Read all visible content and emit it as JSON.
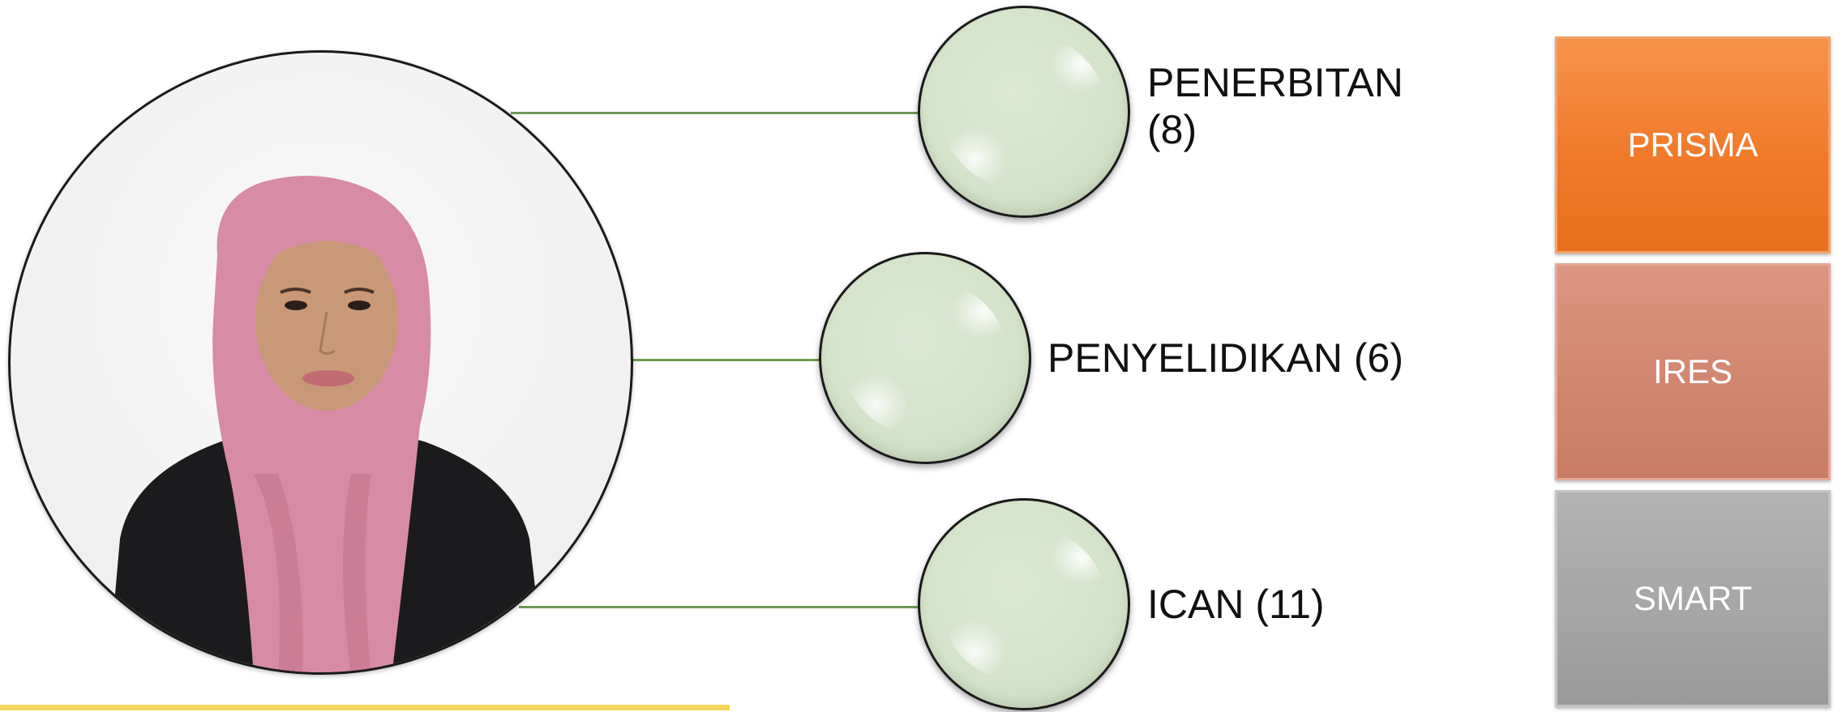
{
  "nodes": [
    {
      "label": "PENERBITAN\n(8)"
    },
    {
      "label": "PENYELIDIKAN (6)"
    },
    {
      "label": "ICAN (11)"
    }
  ],
  "boxes": [
    {
      "label": "PRISMA",
      "color": "#f07a2a"
    },
    {
      "label": "IRES",
      "color": "#d28670"
    },
    {
      "label": "SMART",
      "color": "#a6a6a6"
    }
  ],
  "colors": {
    "connector": "#6e9a55",
    "node_fill": "#d3e2c8",
    "underline": "#f4d35e"
  }
}
